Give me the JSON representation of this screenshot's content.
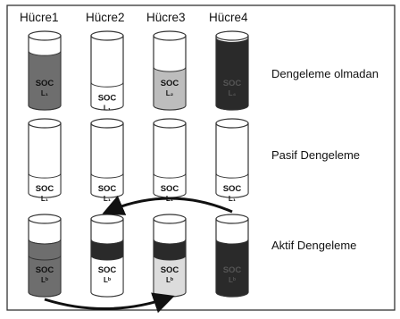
{
  "headers": [
    "Hücre1",
    "Hücre2",
    "Hücre3",
    "Hücre4"
  ],
  "rows": [
    {
      "label": "Dengeleme olmadan",
      "cells": [
        {
          "fill": 0.78,
          "color": "#6e6e6e",
          "soc": "SOC",
          "sub": "L₁",
          "text_color": "#111111"
        },
        {
          "fill": 0.33,
          "color": "#ffffff",
          "soc": "SOC",
          "sub": "L₁",
          "text_color": "#111111"
        },
        {
          "fill": 0.55,
          "color": "#bdbdbd",
          "soc": "SOC",
          "sub": "L₂",
          "text_color": "#111111"
        },
        {
          "fill": 0.97,
          "color": "#2a2a2a",
          "soc": "SOC",
          "sub": "L₄",
          "text_color": "#555555"
        }
      ]
    },
    {
      "label": "Pasif Dengeleme",
      "cells": [
        {
          "fill": 0.28,
          "color": "#ffffff",
          "soc": "SOC",
          "sub": "L₁",
          "text_color": "#111111"
        },
        {
          "fill": 0.28,
          "color": "#ffffff",
          "soc": "SOC",
          "sub": "L₁",
          "text_color": "#111111"
        },
        {
          "fill": 0.28,
          "color": "#ffffff",
          "soc": "SOC",
          "sub": "L₁",
          "text_color": "#111111"
        },
        {
          "fill": 0.28,
          "color": "#ffffff",
          "soc": "SOC",
          "sub": "L₁",
          "text_color": "#111111"
        }
      ]
    },
    {
      "label": "Aktif Dengeleme",
      "cells": [
        {
          "fill": 0.72,
          "color": "#6e6e6e",
          "soc": "SOC",
          "sub": "Lᵇ",
          "text_color": "#111111",
          "band": "#6e6e6e"
        },
        {
          "fill": 0.72,
          "color": "#ffffff",
          "soc": "SOC",
          "sub": "Lᵇ",
          "text_color": "#111111",
          "band": "#2a2a2a"
        },
        {
          "fill": 0.72,
          "color": "#dcdcdc",
          "soc": "SOC",
          "sub": "Lᵇ",
          "text_color": "#111111",
          "band": "#2a2a2a"
        },
        {
          "fill": 0.72,
          "color": "#2a2a2a",
          "soc": "SOC",
          "sub": "Lᵇ",
          "text_color": "#555555"
        }
      ]
    }
  ],
  "arrows": [
    {
      "from_cell": 3,
      "to_cell": 1,
      "side": "top"
    },
    {
      "from_cell": 0,
      "to_cell": 2,
      "side": "bottom"
    }
  ]
}
